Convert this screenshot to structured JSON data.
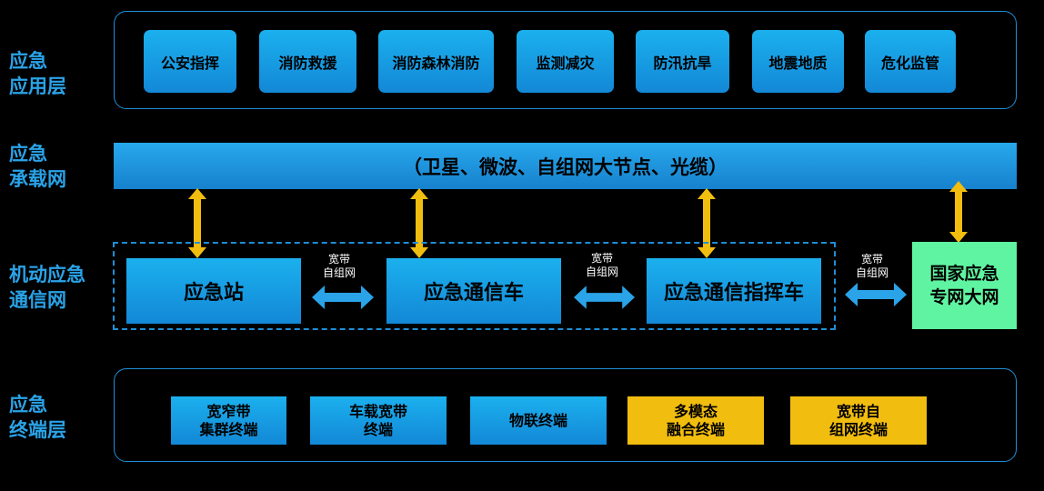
{
  "layers": {
    "application": [
      "应急",
      "应用层"
    ],
    "bearer": [
      "应急",
      "承载网"
    ],
    "mobile": [
      "机动应急",
      "通信网"
    ],
    "terminal": [
      "应急",
      "终端层"
    ]
  },
  "application_layer": {
    "items": [
      "公安指挥",
      "消防救援",
      "消防森林消防",
      "监测减灾",
      "防汛抗旱",
      "地震地质",
      "危化监管"
    ]
  },
  "bearer_network": {
    "label": "（卫星、微波、自组网大节点、光缆）"
  },
  "mobile_network": {
    "nodes": [
      "应急站",
      "应急通信车",
      "应急通信指挥车"
    ],
    "link_label": [
      "宽带",
      "自组网"
    ],
    "national_network": [
      "国家应急",
      "专网大网"
    ]
  },
  "terminal_layer": {
    "items": [
      {
        "lines": [
          "宽窄带",
          "集群终端"
        ],
        "color": "#1a9fe4"
      },
      {
        "lines": [
          "车载宽带",
          "终端"
        ],
        "color": "#1a9fe4"
      },
      {
        "lines": [
          "物联终端"
        ],
        "color": "#1a9fe4"
      },
      {
        "lines": [
          "多模态",
          "融合终端"
        ],
        "color": "#f1bd0f"
      },
      {
        "lines": [
          "宽带自",
          "组网终端"
        ],
        "color": "#f1bd0f"
      }
    ]
  },
  "colors": {
    "label_blue": "#2aa3e8",
    "panel_border": "#1e8fd6",
    "box_blue": "#1a9fe4",
    "arrow_gold": "#f1bd0f",
    "arrow_blue": "#2aa3e8",
    "national_green": "#5ff4a1"
  }
}
